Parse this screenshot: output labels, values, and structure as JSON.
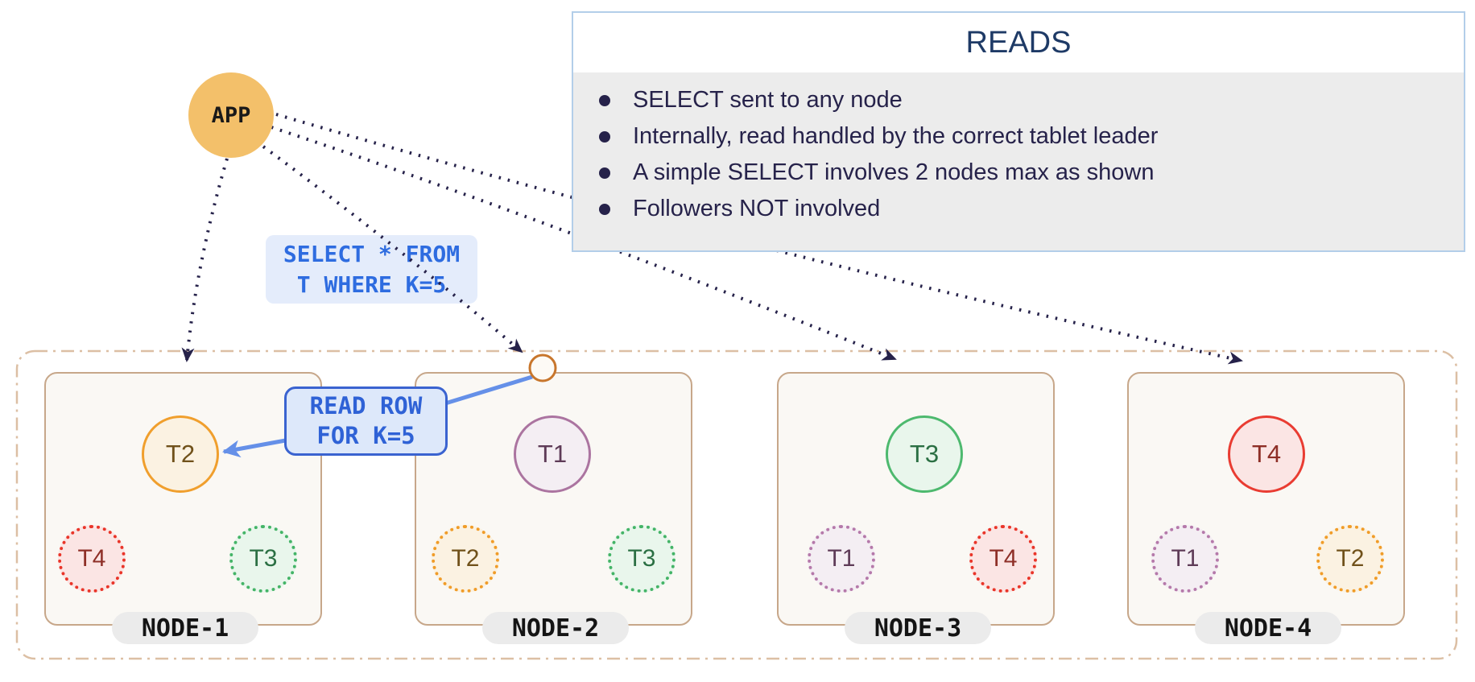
{
  "app": {
    "label": "APP"
  },
  "reads_panel": {
    "title": "READS",
    "bullets": [
      "SELECT sent to any node",
      "Internally, read handled by the correct tablet leader",
      "A simple SELECT involves 2 nodes max as shown",
      "Followers NOT involved"
    ]
  },
  "labels": {
    "select_query_line1": "SELECT * FROM",
    "select_query_line2": "T WHERE K=5",
    "read_row_line1": "READ ROW",
    "read_row_line2": "FOR K=5"
  },
  "nodes": [
    {
      "name": "NODE-1",
      "leader": {
        "id": "T2",
        "color": "orange"
      },
      "followers": [
        {
          "id": "T4",
          "color": "red"
        },
        {
          "id": "T3",
          "color": "green"
        }
      ]
    },
    {
      "name": "NODE-2",
      "leader": {
        "id": "T1",
        "color": "mauve"
      },
      "followers": [
        {
          "id": "T2",
          "color": "orange"
        },
        {
          "id": "T3",
          "color": "green"
        }
      ]
    },
    {
      "name": "NODE-3",
      "leader": {
        "id": "T3",
        "color": "green"
      },
      "followers": [
        {
          "id": "T1",
          "color": "mauve"
        },
        {
          "id": "T4",
          "color": "red"
        }
      ]
    },
    {
      "name": "NODE-4",
      "leader": {
        "id": "T4",
        "color": "red"
      },
      "followers": [
        {
          "id": "T1",
          "color": "mauve"
        },
        {
          "id": "T2",
          "color": "orange"
        }
      ]
    }
  ],
  "colors": {
    "app_fill": "#f3c06a",
    "arrow_navy": "#26224a",
    "arrow_blue": "#6590e8",
    "query_text_blue": "#2e6ce0",
    "read_row_border_blue": "#3a63d0",
    "node_fill": "#faf8f4",
    "node_border_tan": "#c7a78a",
    "container_dash_tan": "#dcbfa4",
    "pill_gray": "#ebebeb",
    "reads_border_blue": "#b3cee9",
    "reads_body_gray": "#ececec",
    "reads_title_navy": "#1e3a66",
    "tablet_orange": "#f09c28",
    "tablet_red": "#e93529",
    "tablet_green": "#4db96e",
    "tablet_mauve": "#ab74a0"
  }
}
